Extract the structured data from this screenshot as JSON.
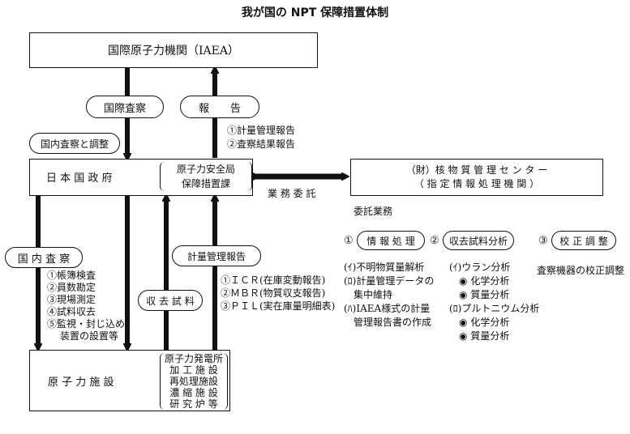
{
  "title": "我が国の NPT 保障措置体制",
  "iaea": "国際原子力機関（IAEA）",
  "govt": {
    "name": "日 本 国 政 府",
    "bureau_line1": "原子力安全局",
    "bureau_line2": "保障措置課"
  },
  "center": {
    "line1": "（財）核 物 質 管 理 セ ン タ ー",
    "line2": "（ 指 定 情 報 処 理 機 関 ）"
  },
  "facility": {
    "name": "原 子 力 施 設",
    "types": [
      "原子力発電所",
      "加 工 施 設",
      "再処理施設",
      "濃 縮 施 設",
      "研 究 炉 等"
    ]
  },
  "labels": {
    "intl_inspection": "国際査察",
    "report": "報　　告",
    "domestic_coord": "国内査察と調整",
    "report_items": [
      "①計量管理報告",
      "②査察結果報告"
    ],
    "entrust": "業 務 委 託",
    "domestic_inspection": "国 内 査 察",
    "domestic_items": [
      "①帳簿検査",
      "②員数勘定",
      "③現場測定",
      "④試料収去",
      "⑤監視・封じ込め",
      "装置の設置等"
    ],
    "sample_collection": "収 去 試 料",
    "accounting_report": "計量管理報告",
    "report_types": [
      "①ＩＣＲ(在庫変動報告)",
      "②ＭＢＲ(物質収支報告)",
      "③ＰＩＬ(実在庫量明細表)"
    ]
  },
  "tasks": {
    "header": "委託業務",
    "info_processing": {
      "num": "①",
      "label": "情 報 処 理",
      "items": [
        "(ｲ)不明物質量解析",
        "(ﾛ)計量管理データの",
        "　集中維持",
        "(ﾊ)IAEA様式の計量",
        "　管理報告書の作成"
      ]
    },
    "sample_analysis": {
      "num": "②",
      "label": "収去試料分析",
      "items": [
        "(ｲ)ウラン分析",
        "化学分析",
        "質量分析",
        "(ﾛ)プルトニウム分析",
        "化学分析",
        "質量分析"
      ]
    },
    "calibration": {
      "num": "③",
      "label": "校 正 調 整",
      "items": [
        "査察機器の校正調整"
      ]
    }
  }
}
